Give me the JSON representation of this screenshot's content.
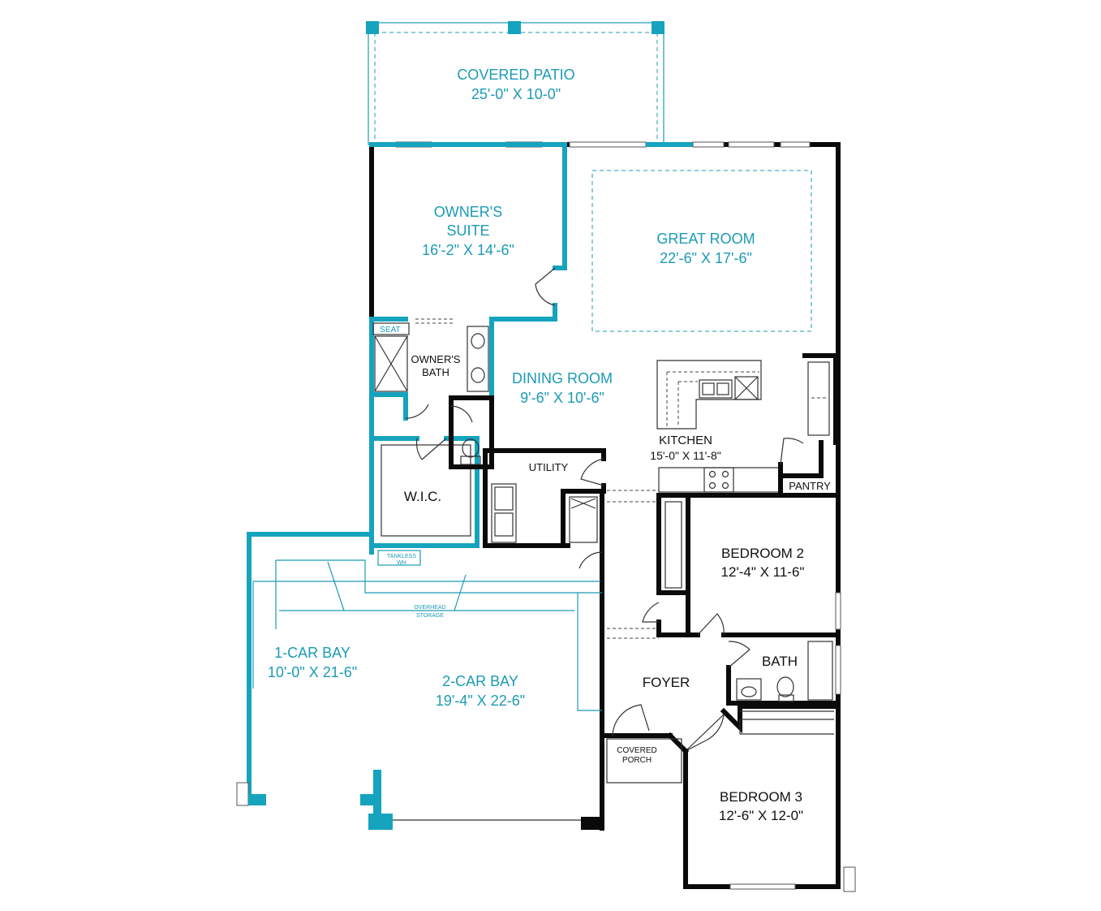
{
  "rooms": {
    "covered_patio": {
      "name": "COVERED PATIO",
      "size": "25'-0\" X 10-0\""
    },
    "owners_suite": {
      "name1": "OWNER'S",
      "name2": "SUITE",
      "size": "16'-2\" X 14'-6\""
    },
    "great_room": {
      "name": "GREAT ROOM",
      "size": "22'-6\" X 17'-6\""
    },
    "dining_room": {
      "name": "DINING ROOM",
      "size": "9'-6\" X 10'-6\""
    },
    "owners_bath": {
      "name1": "OWNER'S",
      "name2": "BATH"
    },
    "seat": {
      "name": "SEAT"
    },
    "kitchen": {
      "name": "KITCHEN",
      "size": "15'-0\" X 11'-8\""
    },
    "utility": {
      "name": "UTILITY"
    },
    "pantry": {
      "name": "PANTRY"
    },
    "wic": {
      "name": "W.I.C."
    },
    "tankless": {
      "name1": "TANKLESS",
      "name2": "WH"
    },
    "overhead_storage": {
      "name1": "OVERHEAD",
      "name2": "STORAGE"
    },
    "bedroom2": {
      "name": "BEDROOM 2",
      "size": "12'-4\" X 11-6\""
    },
    "bath": {
      "name": "BATH"
    },
    "foyer": {
      "name": "FOYER"
    },
    "car_bay_1": {
      "name": "1-CAR BAY",
      "size": "10'-0\" X 21-6\""
    },
    "car_bay_2": {
      "name": "2-CAR BAY",
      "size": "19'-4\" X 22-6\""
    },
    "covered_porch": {
      "name1": "COVERED",
      "name2": "PORCH"
    },
    "bedroom3": {
      "name": "BEDROOM 3",
      "size": "12'-6\" X 12-0\""
    }
  },
  "colors": {
    "accent_teal": "#16a3be",
    "wall": "#0a0a0a",
    "background": "#ffffff"
  }
}
